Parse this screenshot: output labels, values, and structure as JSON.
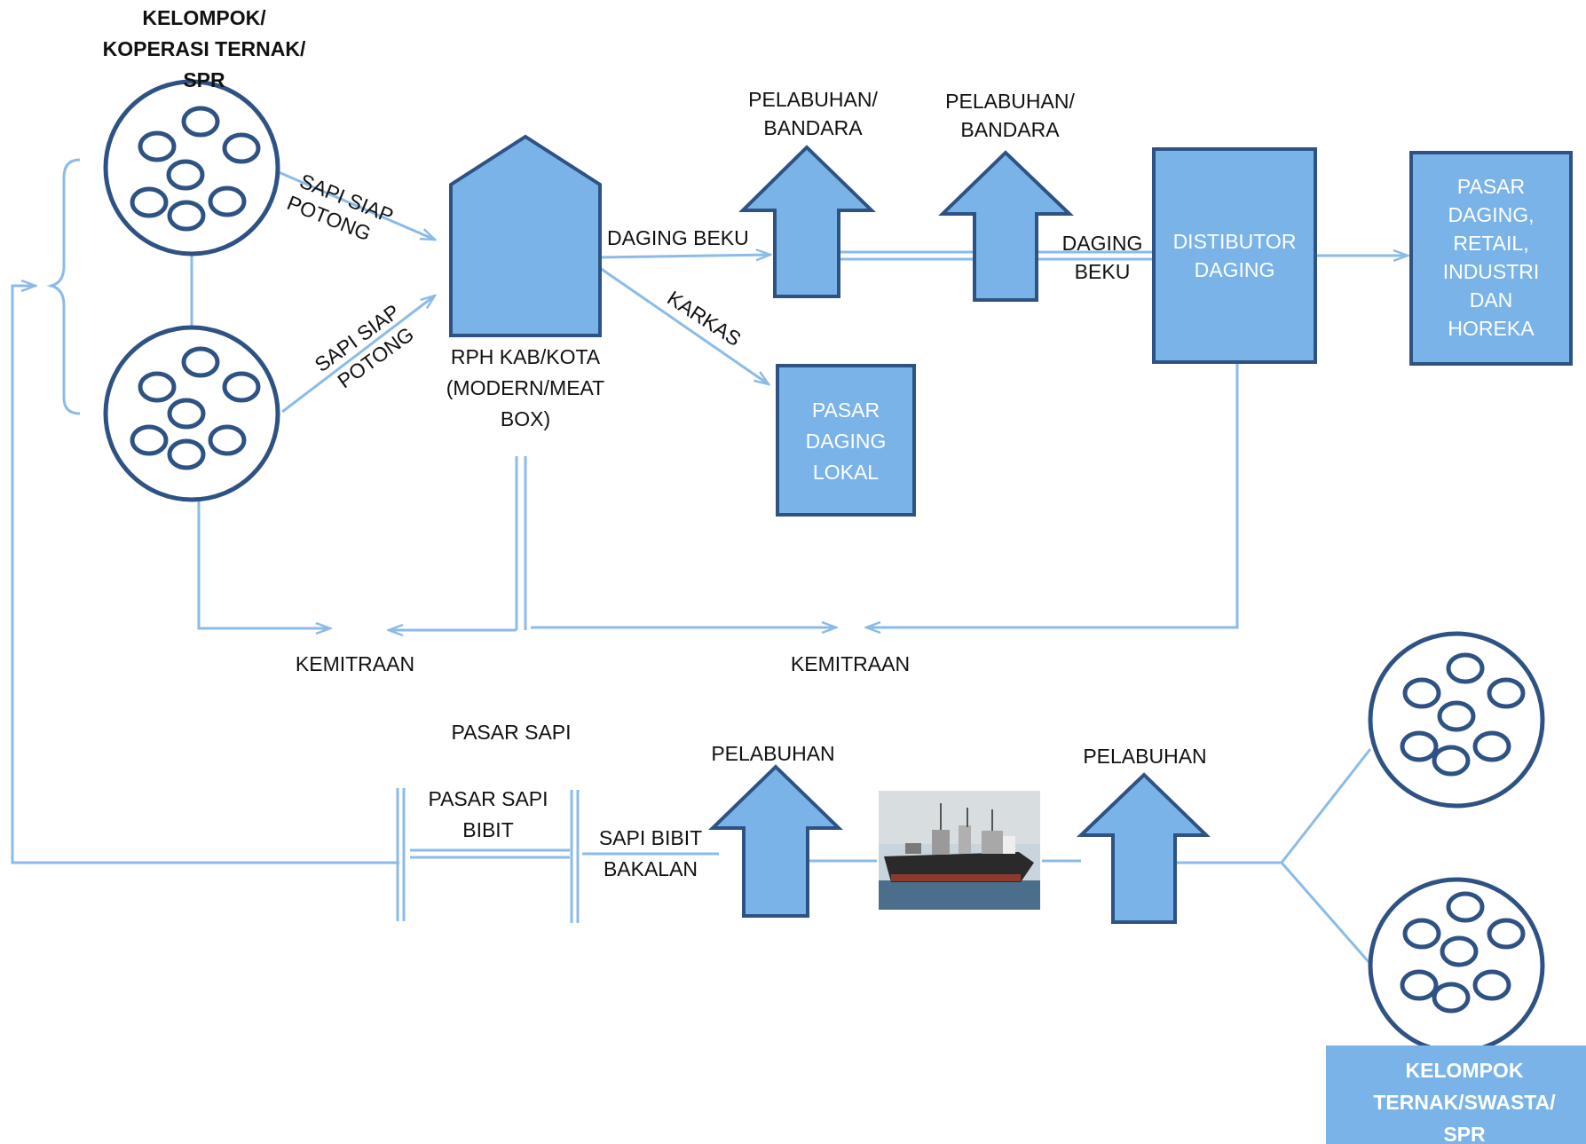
{
  "colors": {
    "fill": "#7ab3e8",
    "stroke": "#2e5283",
    "line": "#8bbbe8",
    "text": "#111111"
  },
  "nodes": {
    "group_top_label": [
      "KELOMPOK/",
      "KOPERASI TERNAK/",
      "SPR"
    ],
    "rph_label": [
      "RPH KAB/KOTA",
      "(MODERN/MEAT",
      "BOX)"
    ],
    "port_airport_1": [
      "PELABUHAN/",
      "BANDARA"
    ],
    "port_airport_2": [
      "PELABUHAN/",
      "BANDARA"
    ],
    "distributor": [
      "DISTIBUTOR",
      "DAGING"
    ],
    "market_retail": [
      "PASAR",
      "DAGING,",
      "RETAIL,",
      "INDUSTRI",
      "DAN",
      "HOREKA"
    ],
    "local_market": [
      "PASAR",
      "DAGING",
      "LOKAL"
    ],
    "partnership_1": "KEMITRAAN",
    "partnership_2": "KEMITRAAN",
    "cattle_market": "PASAR SAPI",
    "breeding_market": [
      "PASAR SAPI",
      "BIBIT"
    ],
    "port_1": "PELABUHAN",
    "port_2": "PELABUHAN",
    "group_bottom_label": [
      "KELOMPOK",
      "TERNAK/SWASTA/",
      "SPR"
    ]
  },
  "edges": {
    "ready_cattle_1": [
      "SAPI SIAP",
      "POTONG"
    ],
    "ready_cattle_2": [
      "SAPI SIAP",
      "POTONG"
    ],
    "frozen_meat_1": "DAGING BEKU",
    "frozen_meat_2": [
      "DAGING",
      "BEKU"
    ],
    "carcass": "KARKAS",
    "feeder_cattle": [
      "SAPI BIBIT",
      "BAKALAN"
    ]
  },
  "icons": {
    "cattle_group": "circle-with-ovals-icon",
    "slaughterhouse": "house-shape-icon",
    "port": "up-arrow-icon",
    "ship": "ship-photo-icon"
  }
}
